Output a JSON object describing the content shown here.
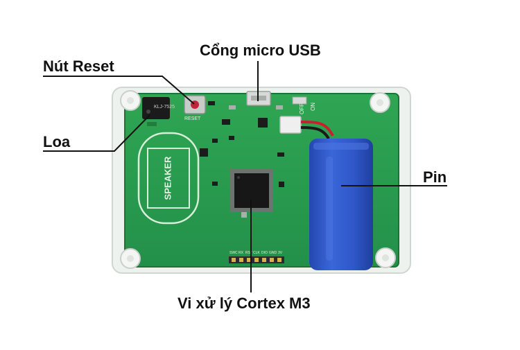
{
  "callouts": {
    "usb_port": "Cổng micro USB",
    "reset_button": "Nút Reset",
    "speaker": "Loa",
    "battery": "Pin",
    "processor": "Vi xử lý Cortex M3"
  },
  "board": {
    "speaker_print": "SPEAKER",
    "buzzer_print": "KLJ-7525",
    "reset_print": "RESET",
    "switch_off": "OFF",
    "switch_on": "ON",
    "pins": [
      "SWC",
      "RX",
      "RST",
      "CLK",
      "DIO",
      "GND",
      "3V"
    ]
  },
  "colors": {
    "pcb": "#2a9c4c",
    "pcb_dark": "#1f7e3c",
    "silkscreen": "#e8f3e6",
    "battery": "#2f57c8",
    "leader_line": "#111111"
  }
}
